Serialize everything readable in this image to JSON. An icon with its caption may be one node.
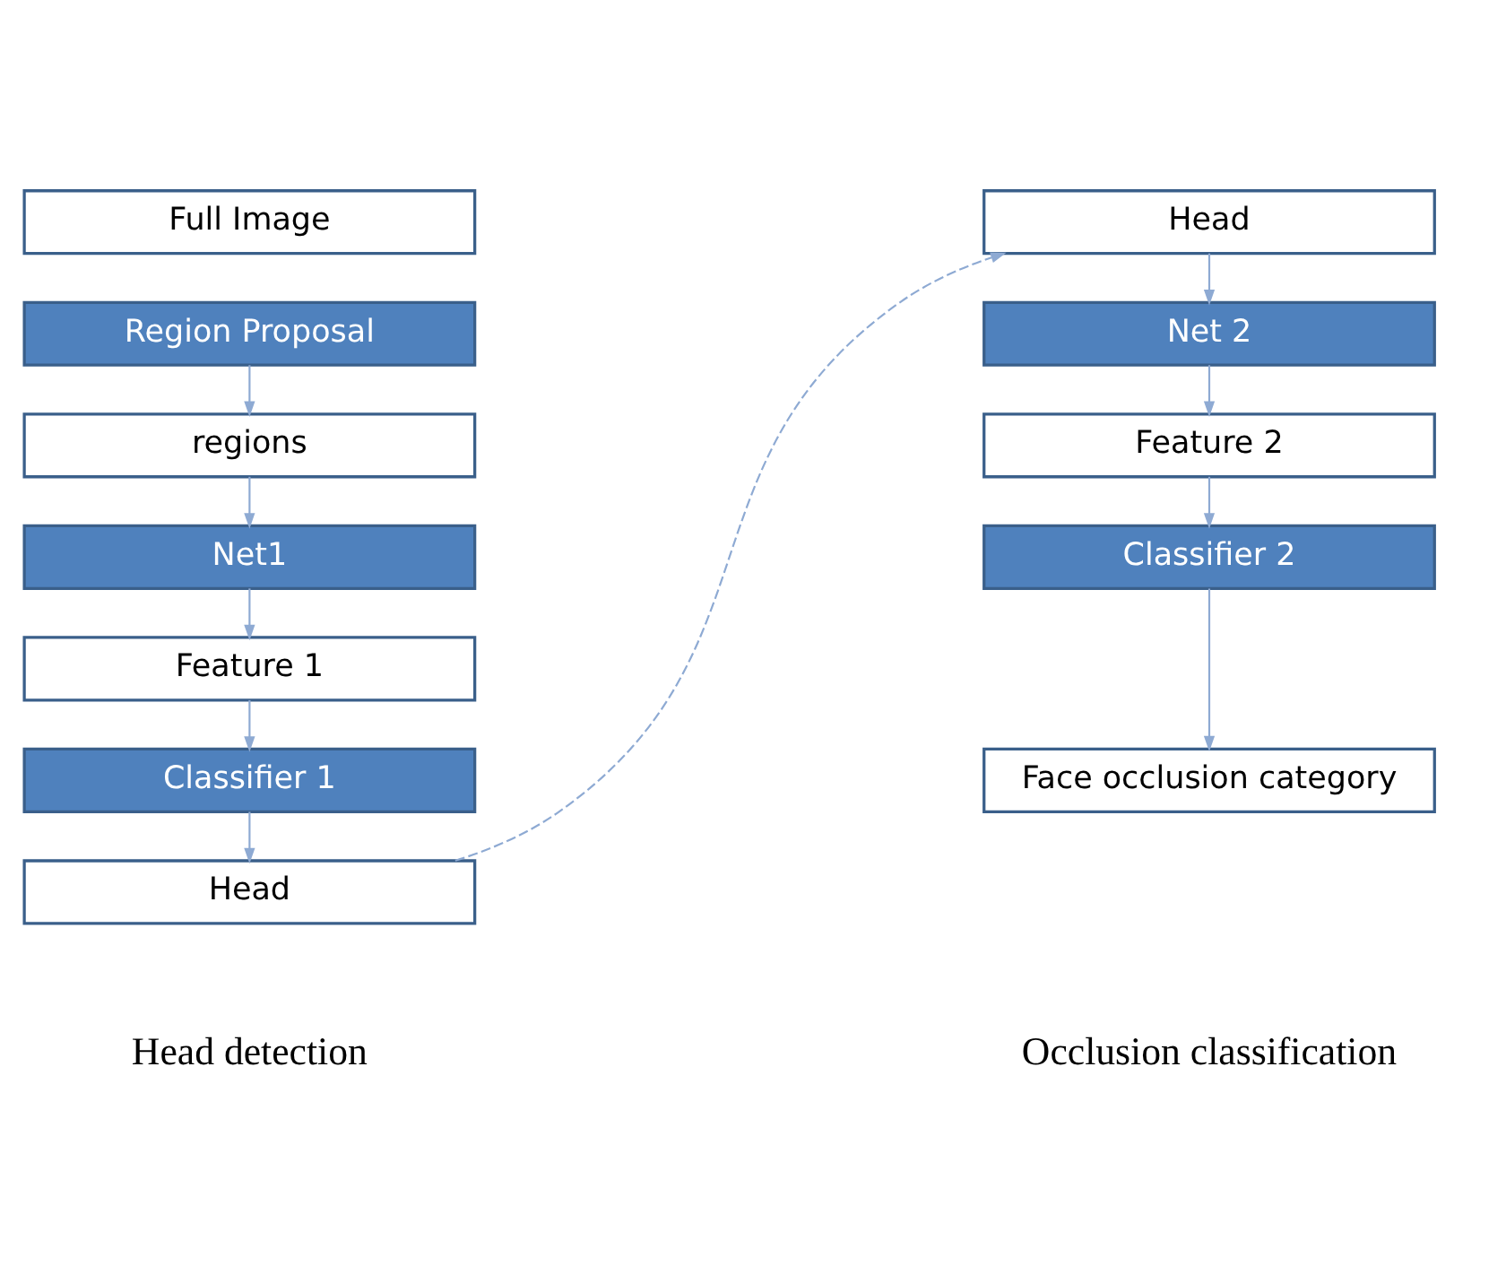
{
  "diagram": {
    "nodes": [
      {
        "text": [
          "Full Image"
        ]
      },
      {
        "text": [
          "Region Proposal"
        ]
      },
      {
        "text": [
          "regions"
        ]
      },
      {
        "text": [
          "Net1"
        ]
      },
      {
        "text": [
          "Feature 1"
        ]
      },
      {
        "text": [
          "Classifier 1"
        ]
      },
      {
        "text": [
          "Head"
        ]
      },
      {
        "text": [
          "Head"
        ]
      },
      {
        "text": [
          "Net 2"
        ]
      },
      {
        "text": [
          "Feature 2"
        ]
      },
      {
        "text": [
          "Classifier 2"
        ]
      },
      {
        "text": [
          "Face occlusion category"
        ]
      }
    ],
    "edges": [
      {
        "from": 1,
        "to": 2,
        "arrow": "to"
      },
      {
        "from": 2,
        "to": 3,
        "arrow": "to"
      },
      {
        "from": 3,
        "to": 4,
        "arrow": "to"
      },
      {
        "from": 4,
        "to": 5,
        "arrow": "to"
      },
      {
        "from": 5,
        "to": 6,
        "arrow": "to"
      },
      {
        "from": 6,
        "to": 7,
        "arrow": "to",
        "style": "dashed"
      },
      {
        "from": 7,
        "to": 8,
        "arrow": "to"
      },
      {
        "from": 8,
        "to": 9,
        "arrow": "to"
      },
      {
        "from": 9,
        "to": 10,
        "arrow": "to"
      },
      {
        "from": 10,
        "to": 11,
        "arrow": "to"
      }
    ],
    "labels": [
      "Head detection",
      "Occlusion classification"
    ]
  }
}
